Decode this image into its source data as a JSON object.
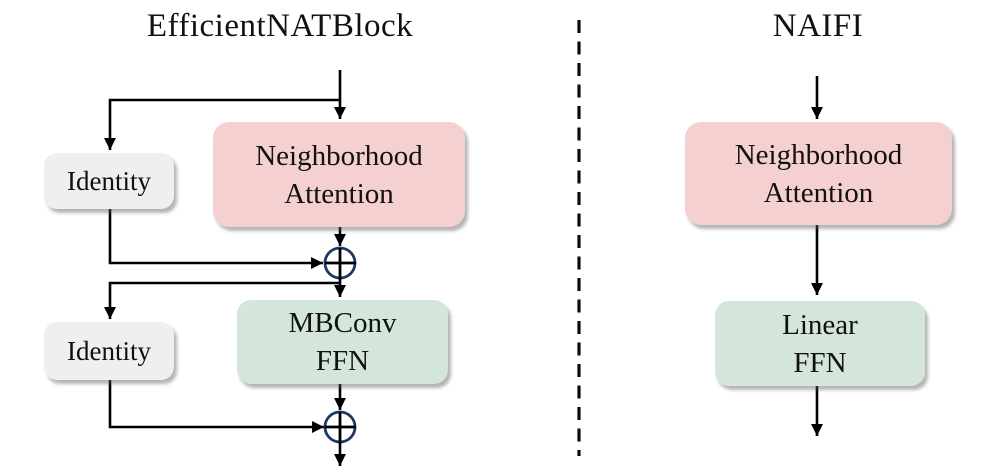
{
  "figure": {
    "left_panel": {
      "title": "EfficientNATBlock",
      "identity_top_label": "Identity",
      "attention_line1": "Neighborhood",
      "attention_line2": "Attention",
      "identity_bottom_label": "Identity",
      "ffn_line1": "MBConv",
      "ffn_line2": "FFN"
    },
    "right_panel": {
      "title": "NAIFI",
      "attention_line1": "Neighborhood",
      "attention_line2": "Attention",
      "ffn_line1": "Linear",
      "ffn_line2": "FFN"
    },
    "colors": {
      "attention_box": "#f5d0d0",
      "ffn_box": "#d4e6dc",
      "identity_box": "#efefef",
      "add_circle_stroke": "#1f3864",
      "line": "#000000",
      "background": "#ffffff"
    }
  }
}
